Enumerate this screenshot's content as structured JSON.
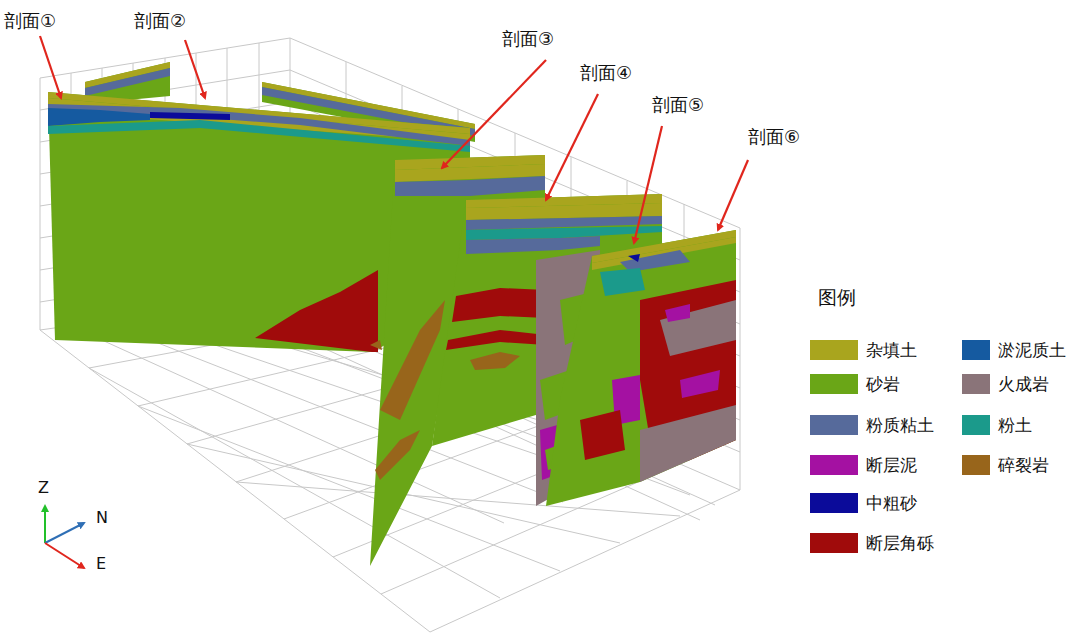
{
  "diagram": {
    "labels": [
      "剖面①",
      "剖面②",
      "剖面③",
      "剖面④",
      "剖面⑤",
      "剖面⑥",
      "Z",
      "N",
      "E",
      "图例"
    ],
    "legend": [
      {
        "text": "杂填土",
        "color": "#a9a51e"
      },
      {
        "text": "淤泥质土",
        "color": "#155aa0"
      },
      {
        "text": "砂岩",
        "color": "#6aa617"
      },
      {
        "text": "火成岩",
        "color": "#8a7479"
      },
      {
        "text": "粉质粘土",
        "color": "#566a9b"
      },
      {
        "text": "粉土",
        "color": "#1b9a8b"
      },
      {
        "text": "断层泥",
        "color": "#a411a2"
      },
      {
        "text": "碎裂岩",
        "color": "#98651b"
      },
      {
        "text": "中粗砂",
        "color": "#0b0b9a"
      },
      {
        "text": "断层角砾",
        "color": "#a00b0b"
      }
    ]
  }
}
